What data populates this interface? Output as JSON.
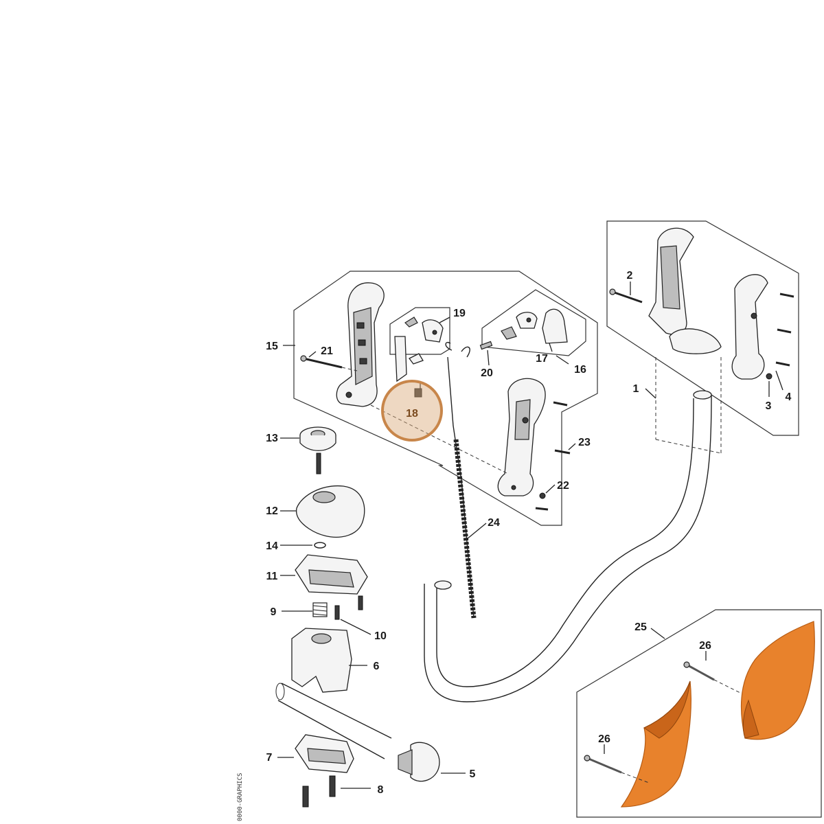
{
  "diagram": {
    "labels": [
      "1",
      "2",
      "3",
      "4",
      "5",
      "6",
      "7",
      "8",
      "9",
      "10",
      "11",
      "12",
      "13",
      "14",
      "15",
      "16",
      "17",
      "18",
      "19",
      "20",
      "21",
      "22",
      "23",
      "24",
      "25",
      "26",
      "26"
    ],
    "highlighted_label": "18",
    "highlight_color": "#c8864a",
    "accent_color": "#e8822c",
    "drawing_code": "0000-GRAPHICS"
  }
}
